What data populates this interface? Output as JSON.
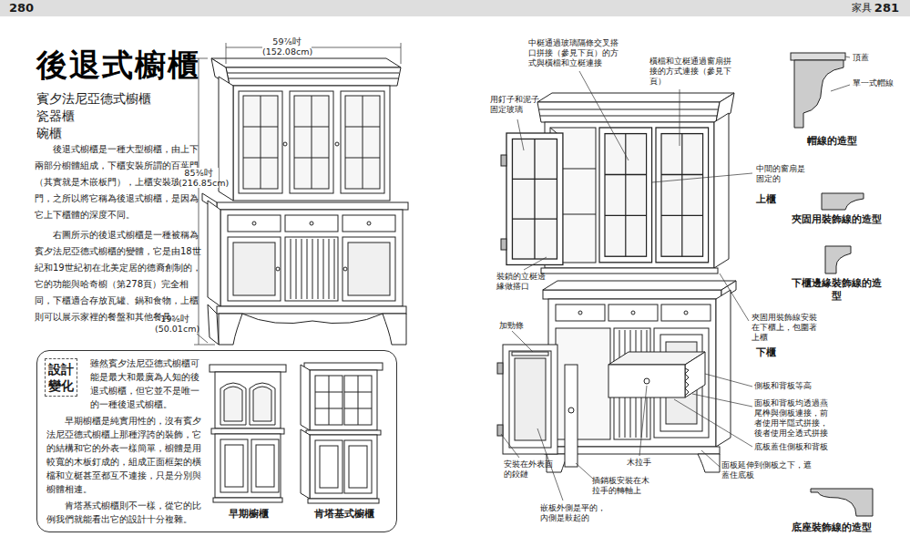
{
  "diagram": {
    "title": "後退式櫥櫃",
    "nodes": [
      {
        "text": [
          "280"
        ]
      },
      {
        "text": [
          "家具",
          "281"
        ]
      },
      {
        "text": [
          "設計變化",
          "雖然賓夕法尼亞德式櫥櫃可能是最大和最廣為人知的後退式櫥櫃，但它並不是唯一的一種後退式櫥櫃。",
          "早期櫥櫃是純實用性的，沒有賓夕法尼亞德式櫥櫃上那種浮誇的裝飾，它的結構和它的外表一樣簡單，櫥體是用較寬的木板釘成的，組成正面框架的橫檔和立梃甚至都互不連接，只是分別與櫥體相連。",
          "肯塔基式櫥櫃則不一樣，從它的比例我們就能看出它的設計十分複雜。",
          "早期櫥櫃",
          "肯塔基式櫥櫃"
        ]
      }
    ],
    "labels": [
      "賓夕法尼亞德式櫥櫃",
      "瓷器櫃",
      "碗櫃",
      "後退式櫥櫃是一種大型櫥櫃，由上下兩部分櫥體組成，下櫃安裝所謂的百葉門（其實就是木嵌板門），上櫃安裝玻璃門，之所以將它稱為後退式櫥櫃，是因為它上下櫃體的深度不同。",
      "右圖所示的後退式櫥櫃是一種被稱為賓夕法尼亞德式櫥櫃的變體，它是由18世紀和19世紀初在北美定居的德裔創制的，它的功能與哈奇櫥（第278頁）完全相同，下櫃適合存放瓦罐、鍋和食物，上櫃則可以展示家裡的餐盤和其他餐具。",
      "59⅞吋 (152.08cm)",
      "85⅜吋 (216.85cm)",
      "19⅝吋 (50.01cm)",
      "中梃通過玻璃隔條交叉搭口拼接（參見下頁）的方式與橫檔和立梃連接",
      "用釘子和泥子固定玻璃",
      "橫檔和立梃通過窗扇拼接的方式連接（參見下頁）",
      "頂蓋",
      "單一式帽線",
      "帽線的造型",
      "中間的窗扇是固定的",
      "上櫃",
      "夾固用裝飾線的造型",
      "下櫃邊緣裝飾線的造型",
      "裝鎖的立梃邊緣做搭口",
      "夾固用裝飾線安裝在下櫃上，包圍著上櫃",
      "下櫃",
      "加勁條",
      "側板和背板等高",
      "面板和背板均透過燕尾榫與側板連接，前者使用半隱式拼接，後者使用全透式拼接",
      "底板蓋住側板和背板",
      "木拉手",
      "面板延伸到側板之下，遮蓋住底板",
      "安裝在外表面的鉸鏈",
      "插銷板安裝在木拉手的轉軸上",
      "嵌板外側是平的，內側是鼓起的",
      "底座裝飾線的造型"
    ]
  }
}
